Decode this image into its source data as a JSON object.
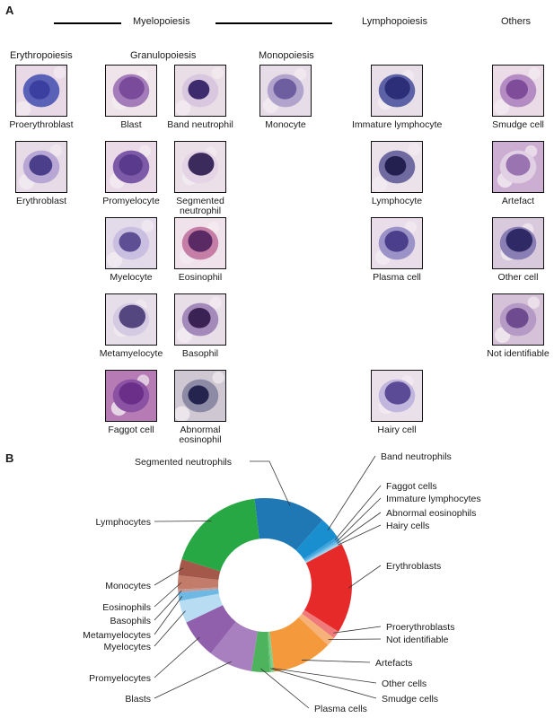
{
  "panelA": {
    "letter": "A",
    "headers": {
      "myelopoiesis": "Myelopoiesis",
      "lymphopoiesis": "Lymphopoiesis",
      "others": "Others",
      "erythropoiesis": "Erythropoiesis",
      "granulopoiesis": "Granulopoiesis",
      "monopoiesis": "Monopoiesis"
    },
    "cells": [
      {
        "id": "proerythroblast",
        "label": "Proerythroblast",
        "bg": "#e9d8e6",
        "nuc": "#3a3fa0",
        "cyto": "#5a62b8"
      },
      {
        "id": "erythroblast",
        "label": "Erythroblast",
        "bg": "#e7dbe8",
        "nuc": "#4b3f8c",
        "cyto": "#b8a7d4"
      },
      {
        "id": "blast",
        "label": "Blast",
        "bg": "#efe4ea",
        "nuc": "#7a4b9a",
        "cyto": "#a47cb9"
      },
      {
        "id": "band-neutrophil",
        "label": "Band neutrophil",
        "bg": "#e9dde6",
        "nuc": "#3e2b6e",
        "cyto": "#d9c6df"
      },
      {
        "id": "promyelocyte",
        "label": "Promyelocyte",
        "bg": "#ead9e6",
        "nuc": "#5a3a8c",
        "cyto": "#7d5aa8"
      },
      {
        "id": "segmented-neutrophil",
        "label1": "Segmented",
        "label2": "neutrophil",
        "bg": "#ebe0e8",
        "nuc": "#3b2a5c",
        "cyto": "#e4d4e6"
      },
      {
        "id": "myelocyte",
        "label": "Myelocyte",
        "bg": "#e3dbe9",
        "nuc": "#5e4f95",
        "cyto": "#c9bfe0"
      },
      {
        "id": "eosinophil",
        "label": "Eosinophil",
        "bg": "#f0e2ea",
        "nuc": "#5a2a64",
        "cyto": "#c57ea6"
      },
      {
        "id": "metamyelocyte",
        "label": "Metamyelocyte",
        "bg": "#e6dee9",
        "nuc": "#54467f",
        "cyto": "#d4cbe2"
      },
      {
        "id": "basophil",
        "label": "Basophil",
        "bg": "#e8dee8",
        "nuc": "#3a2354",
        "cyto": "#a48abb"
      },
      {
        "id": "faggot-cell",
        "label": "Faggot cell",
        "bg": "#b67ab4",
        "nuc": "#6b2f8a",
        "cyto": "#8b52a3"
      },
      {
        "id": "abnormal-eosinophil",
        "label1": "Abnormal",
        "label2": "eosinophil",
        "bg": "#cfc7d2",
        "nuc": "#25244f",
        "cyto": "#8c8aa4"
      },
      {
        "id": "monocyte",
        "label": "Monocyte",
        "bg": "#e6dde8",
        "nuc": "#6d5ea0",
        "cyto": "#b0a3cc"
      },
      {
        "id": "immature-lymphocyte",
        "label": "Immature lymphocyte",
        "bg": "#e8dfe9",
        "nuc": "#2c2e78",
        "cyto": "#5d62a6"
      },
      {
        "id": "lymphocyte",
        "label": "Lymphocyte",
        "bg": "#ece2ea",
        "nuc": "#232050",
        "cyto": "#6f6aa0"
      },
      {
        "id": "plasma-cell",
        "label": "Plasma cell",
        "bg": "#e8dde8",
        "nuc": "#4b3e8a",
        "cyto": "#9b93c7"
      },
      {
        "id": "hairy-cell",
        "label": "Hairy cell",
        "bg": "#e9e0ea",
        "nuc": "#5b4a95",
        "cyto": "#c1b6dd"
      },
      {
        "id": "smudge-cell",
        "label": "Smudge cell",
        "bg": "#eadbe6",
        "nuc": "#7e4c99",
        "cyto": "#b58bc4"
      },
      {
        "id": "artefact",
        "label": "Artefact",
        "bg": "#cdaed3",
        "nuc": "#9a74b0",
        "cyto": "#e1cfe3"
      },
      {
        "id": "other-cell",
        "label": "Other cell",
        "bg": "#d8c9dc",
        "nuc": "#2f2a66",
        "cyto": "#8a7fb4"
      },
      {
        "id": "not-identifiable",
        "label": "Not identifiable",
        "bg": "#d6c2d8",
        "nuc": "#6e4b8f",
        "cyto": "#b59ac5"
      }
    ]
  },
  "panelB": {
    "letter": "B",
    "chart_data": {
      "type": "pie",
      "slices": [
        {
          "name": "Segmented neutrophils",
          "value": 12.0,
          "color": "#1f77b4"
        },
        {
          "name": "Band neutrophils",
          "value": 3.6,
          "color": "#1a8fd0"
        },
        {
          "name": "Faggot cells",
          "value": 0.5,
          "color": "#3da3dd"
        },
        {
          "name": "Immature lymphocytes",
          "value": 0.3,
          "color": "#5ab2e3"
        },
        {
          "name": "Abnormal eosinophils",
          "value": 0.3,
          "color": "#82c4ea"
        },
        {
          "name": "Hairy cells",
          "value": 0.3,
          "color": "#a6d5f0"
        },
        {
          "name": "Erythroblasts",
          "value": 15.0,
          "color": "#e62a2a"
        },
        {
          "name": "Proerythroblasts",
          "value": 1.3,
          "color": "#f07a7a"
        },
        {
          "name": "Not identifiable",
          "value": 1.5,
          "color": "#f7b27a"
        },
        {
          "name": "Artefacts",
          "value": 10.0,
          "color": "#f59a3c"
        },
        {
          "name": "Other cells",
          "value": 0.4,
          "color": "#7fcf8a"
        },
        {
          "name": "Smudge cells",
          "value": 0.3,
          "color": "#65c372"
        },
        {
          "name": "Plasma cells",
          "value": 3.0,
          "color": "#4db35c"
        },
        {
          "name": "Blasts",
          "value": 7.3,
          "color": "#a880c0"
        },
        {
          "name": "Promyelocytes",
          "value": 6.5,
          "color": "#9160ad"
        },
        {
          "name": "Myelocytes",
          "value": 3.7,
          "color": "#b8dcf2"
        },
        {
          "name": "Metamyelocytes",
          "value": 1.4,
          "color": "#6eb8e4"
        },
        {
          "name": "Basophils",
          "value": 0.5,
          "color": "#c29a9a"
        },
        {
          "name": "Eosinophils",
          "value": 2.3,
          "color": "#c37c6a"
        },
        {
          "name": "Monocytes",
          "value": 2.7,
          "color": "#a4584a"
        },
        {
          "name": "Lymphocytes",
          "value": 16.3,
          "color": "#28a844"
        }
      ]
    }
  }
}
